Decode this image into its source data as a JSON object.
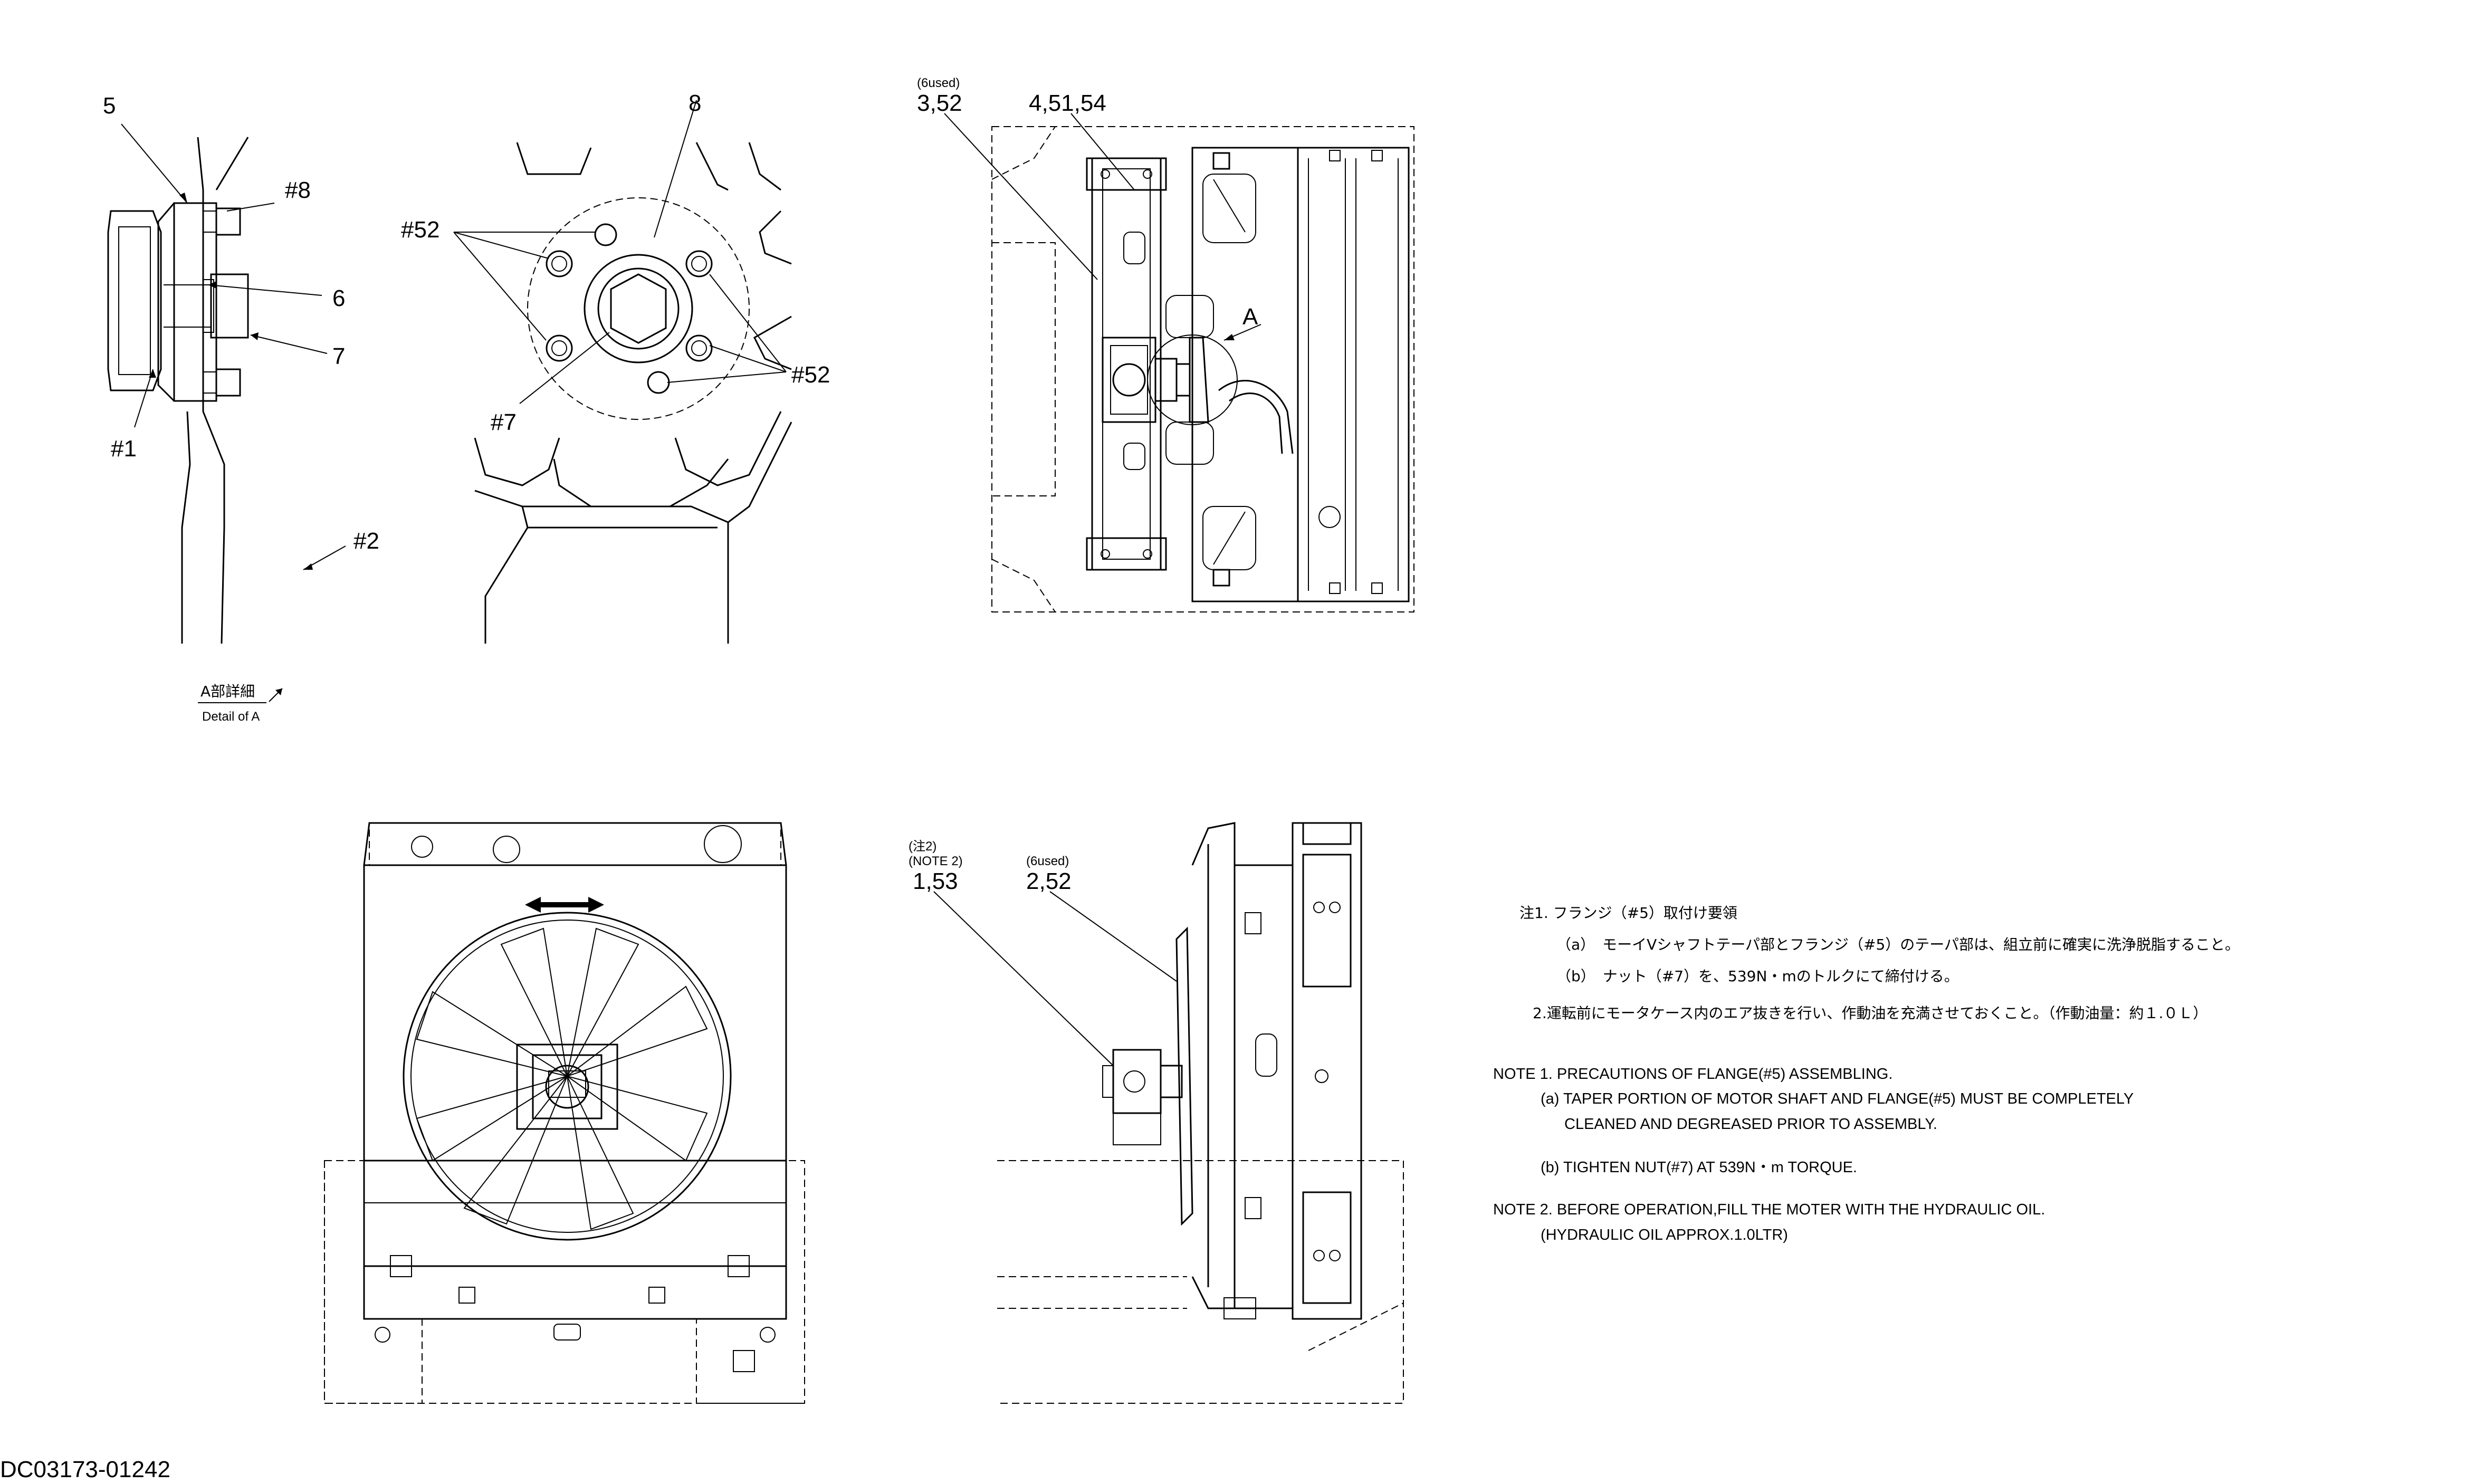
{
  "colors": {
    "ink": "#000000",
    "paper": "#ffffff"
  },
  "detail_a": {
    "callouts": [
      "5",
      "#8",
      "6",
      "7",
      "#1",
      "#2"
    ],
    "title": "A部詳細",
    "subtitle": "Detail of A"
  },
  "flange_view": {
    "callouts": [
      "8",
      "#52",
      "#52",
      "#7"
    ]
  },
  "top_view": {
    "qty_note": "(6used)",
    "callout_1": "3,52",
    "callout_2": "4,51,54",
    "detail_marker": "A"
  },
  "side_view": {
    "note_ref_jp": "(注2)",
    "note_ref_en": "(NOTE 2)",
    "callout_1": "1,53",
    "qty_note": "(6used)",
    "callout_2": "2,52"
  },
  "notes_jp": [
    "注1.  フランジ（#5）取付け要領",
    "（a）　モーイVシャフトテーパ部とフランジ（#5）のテーパ部は、組立前に確実に洗浄脱脂すること。",
    "（b）　ナット（#7）を、539N・mのトルクにて締付ける。",
    "2.運転前にモータケース内のエア抜きを行い、作動油を充満させておくこと。（作動油量：約１.０Ｌ）"
  ],
  "notes_en": [
    "NOTE  1.    PRECAUTIONS OF FLANGE(#5) ASSEMBLING.",
    "(a) TAPER PORTION OF MOTOR SHAFT AND FLANGE(#5) MUST BE COMPLETELY",
    "CLEANED AND DEGREASED PRIOR TO ASSEMBLY.",
    "(b) TIGHTEN NUT(#7) AT 539N・m TORQUE.",
    "NOTE  2.    BEFORE OPERATION,FILL THE MOTER WITH THE HYDRAULIC OIL.",
    "(HYDRAULIC OIL APPROX.1.0LTR)"
  ],
  "doc_id": "DC03173-01242"
}
